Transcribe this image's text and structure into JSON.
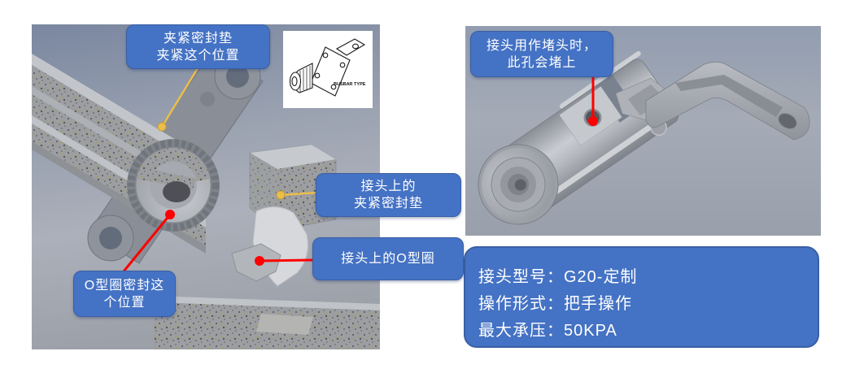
{
  "colors": {
    "callout_fill": "#4472C4",
    "callout_border": "#3A5FA3",
    "callout_text": "#FFFFFF",
    "leader_yellow": "#EBBE4B",
    "leader_red": "#FF0000",
    "viewport_top": "#7A87A0",
    "viewport_bottom": "#9CA0A8"
  },
  "left_panel": {
    "labels": {
      "clamp_position": {
        "line1": "夹紧密封垫",
        "line2": "夹紧这个位置"
      },
      "joint_gasket": {
        "line1": "接头上的",
        "line2": "夹紧密封垫"
      },
      "joint_oring": {
        "line1": "接头上的O型圈"
      },
      "oring_position": {
        "line1": "O型圈密封这",
        "line2": "个位置"
      }
    },
    "inset": {
      "caption": "BUSBAR TYPE"
    }
  },
  "right_panel": {
    "labels": {
      "plug_hole": {
        "line1": "接头用作堵头时，",
        "line2": "此孔会堵上"
      }
    }
  },
  "info_box": {
    "lines": [
      "接头型号：G20-定制",
      "操作形式：把手操作",
      "最大承压：50KPA"
    ]
  }
}
